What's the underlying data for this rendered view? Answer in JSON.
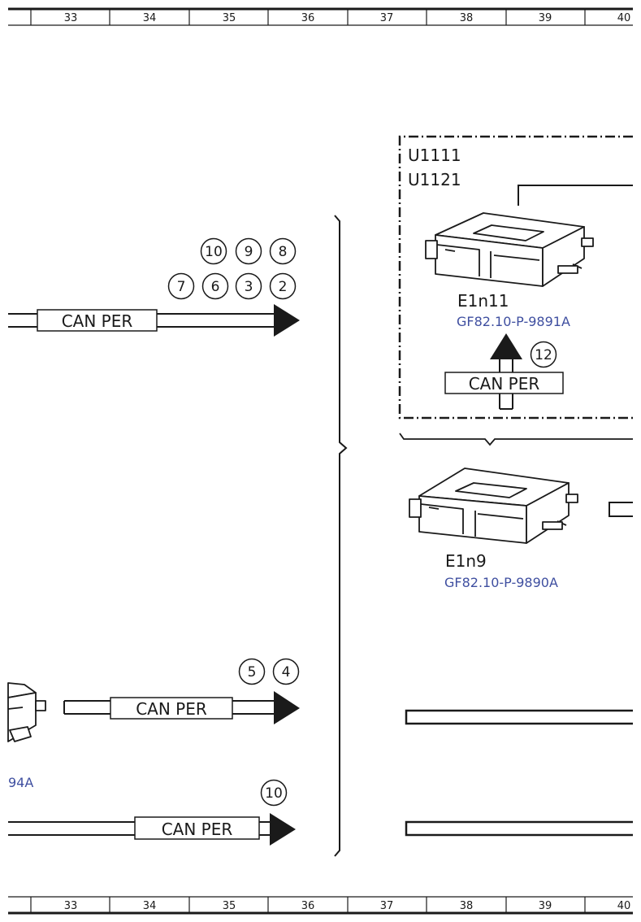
{
  "colors": {
    "line": "#1a1a1a",
    "link": "#3f4fa0"
  },
  "ruler": {
    "columns": [
      "33",
      "34",
      "35",
      "36",
      "37",
      "38",
      "39",
      "40"
    ]
  },
  "group": {
    "labels": [
      "U1111",
      "U1121"
    ]
  },
  "modules": [
    {
      "name": "E1n11",
      "ref": "GF82.10-P-9891A"
    },
    {
      "name": "E1n9",
      "ref": "GF82.10-P-9890A"
    }
  ],
  "partial_ref": "94A",
  "buses": [
    {
      "label": "CAN PER"
    },
    {
      "label": "CAN PER"
    },
    {
      "label": "CAN PER"
    },
    {
      "label": "CAN PER"
    }
  ],
  "callouts": {
    "top_row1": [
      "10",
      "9",
      "8"
    ],
    "top_row2": [
      "7",
      "6",
      "3",
      "2"
    ],
    "group_inner": [
      "12"
    ],
    "mid": [
      "5",
      "4"
    ],
    "bottom": [
      "10"
    ]
  }
}
